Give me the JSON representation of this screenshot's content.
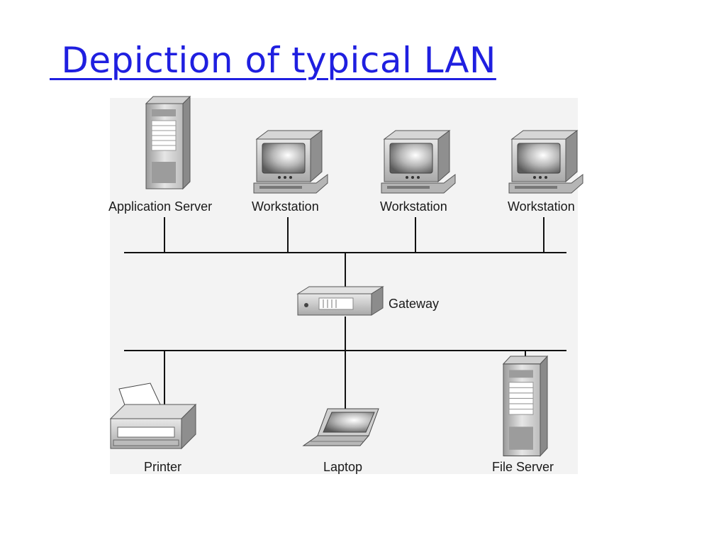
{
  "slide": {
    "title": " Depiction of typical LAN"
  },
  "diagram": {
    "nodes": {
      "application_server": "Application Server",
      "workstation_1": "Workstation",
      "workstation_2": "Workstation",
      "workstation_3": "Workstation",
      "gateway": "Gateway",
      "printer": "Printer",
      "laptop": "Laptop",
      "file_server": "File Server"
    },
    "icons": [
      "server-tower-icon",
      "crt-workstation-icon",
      "gateway-router-icon",
      "printer-icon",
      "laptop-icon"
    ],
    "colors": {
      "title": "#1f1fe0",
      "line": "#111111",
      "background": "#f3f3f3"
    }
  }
}
